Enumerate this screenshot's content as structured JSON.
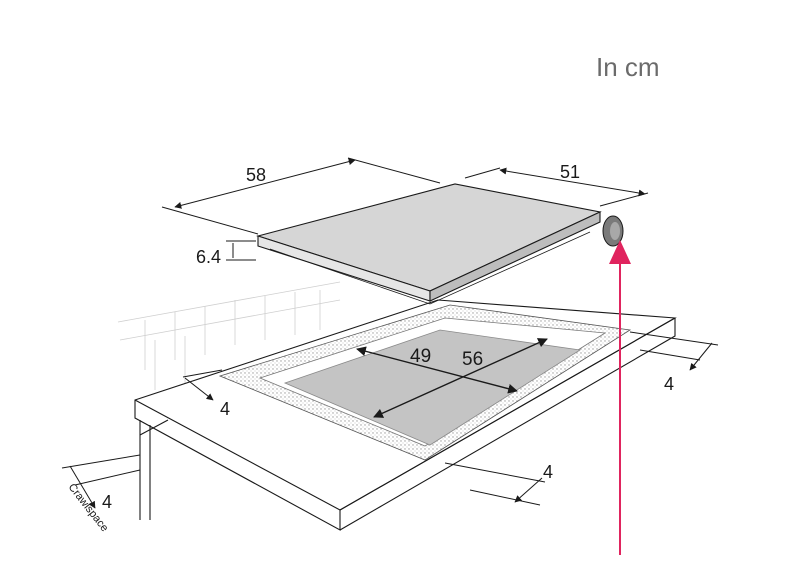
{
  "unit_label": "In cm",
  "dimensions": {
    "hob_width": "58",
    "hob_depth": "51",
    "hob_height": "6.4",
    "cutout_width": "56",
    "cutout_depth": "49",
    "clearance_back": "4",
    "clearance_left": "4",
    "clearance_front": "4",
    "crawlspace_gap": "4"
  },
  "crawlspace_label": "Crawlspace",
  "colors": {
    "line": "#1a1a1a",
    "hob_top": "#d6d6d6",
    "cutout_fill": "#c4c4c4",
    "arrow": "#e0245e",
    "unit_text": "#6b6b6b"
  }
}
